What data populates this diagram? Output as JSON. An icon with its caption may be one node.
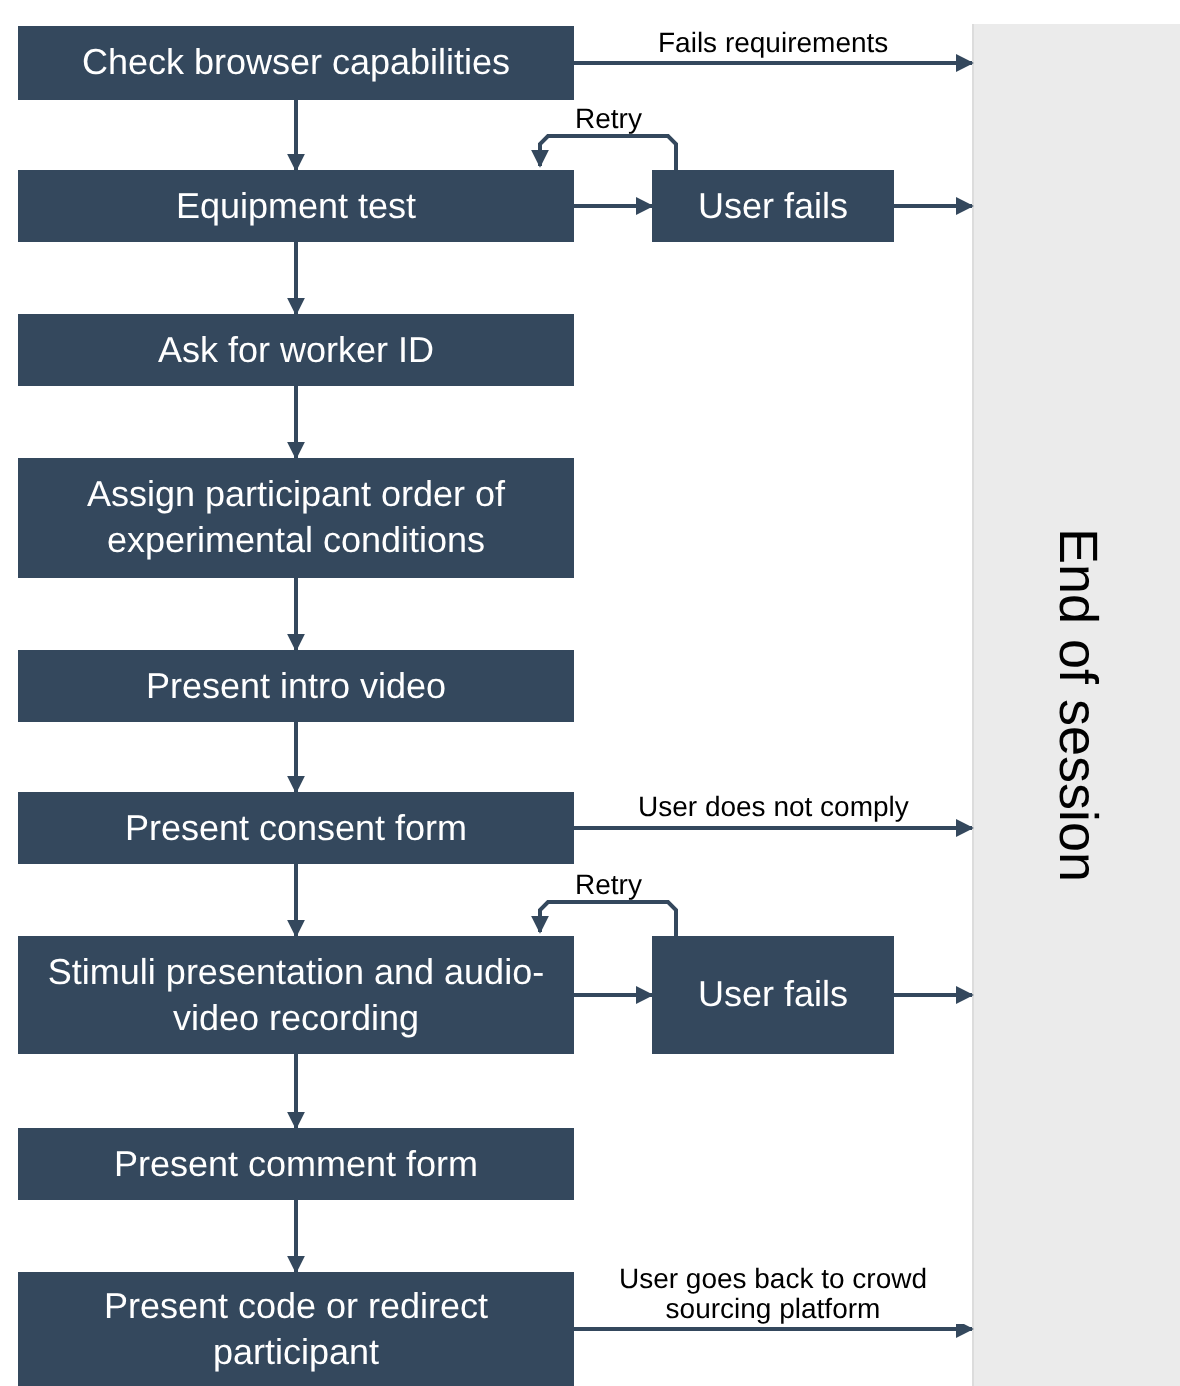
{
  "diagram": {
    "nodes": [
      {
        "text": [
          "Check browser capabilities"
        ]
      },
      {
        "text": [
          "Equipment test"
        ]
      },
      {
        "text": [
          "User fails"
        ]
      },
      {
        "text": [
          "Ask for worker ID"
        ]
      },
      {
        "text": [
          "Assign participant order of experimental conditions"
        ]
      },
      {
        "text": [
          "Present intro video"
        ]
      },
      {
        "text": [
          "Present consent form"
        ]
      },
      {
        "text": [
          "Stimuli presentation and audio-video recording"
        ]
      },
      {
        "text": [
          "User fails"
        ]
      },
      {
        "text": [
          "Present comment form"
        ]
      },
      {
        "text": [
          "Present code or redirect participant"
        ]
      },
      {
        "text": [
          "End of session"
        ]
      }
    ],
    "edges": [
      {
        "from": 0,
        "to": 11,
        "arrow": "to",
        "label": "Fails requirements"
      },
      {
        "from": 0,
        "to": 1,
        "arrow": "to"
      },
      {
        "from": 2,
        "to": 1,
        "arrow": "to",
        "label": "Retry"
      },
      {
        "from": 1,
        "to": 2,
        "arrow": "to"
      },
      {
        "from": 2,
        "to": 11,
        "arrow": "to"
      },
      {
        "from": 1,
        "to": 3,
        "arrow": "to"
      },
      {
        "from": 3,
        "to": 4,
        "arrow": "to"
      },
      {
        "from": 4,
        "to": 5,
        "arrow": "to"
      },
      {
        "from": 5,
        "to": 6,
        "arrow": "to"
      },
      {
        "from": 6,
        "to": 11,
        "arrow": "to",
        "label": "User does not comply"
      },
      {
        "from": 6,
        "to": 7,
        "arrow": "to"
      },
      {
        "from": 8,
        "to": 7,
        "arrow": "to",
        "label": "Retry"
      },
      {
        "from": 7,
        "to": 8,
        "arrow": "to"
      },
      {
        "from": 8,
        "to": 11,
        "arrow": "to"
      },
      {
        "from": 7,
        "to": 9,
        "arrow": "to"
      },
      {
        "from": 9,
        "to": 10,
        "arrow": "to"
      },
      {
        "from": 10,
        "to": 11,
        "arrow": "to",
        "label": "User goes back to crowd sourcing platform"
      }
    ]
  }
}
